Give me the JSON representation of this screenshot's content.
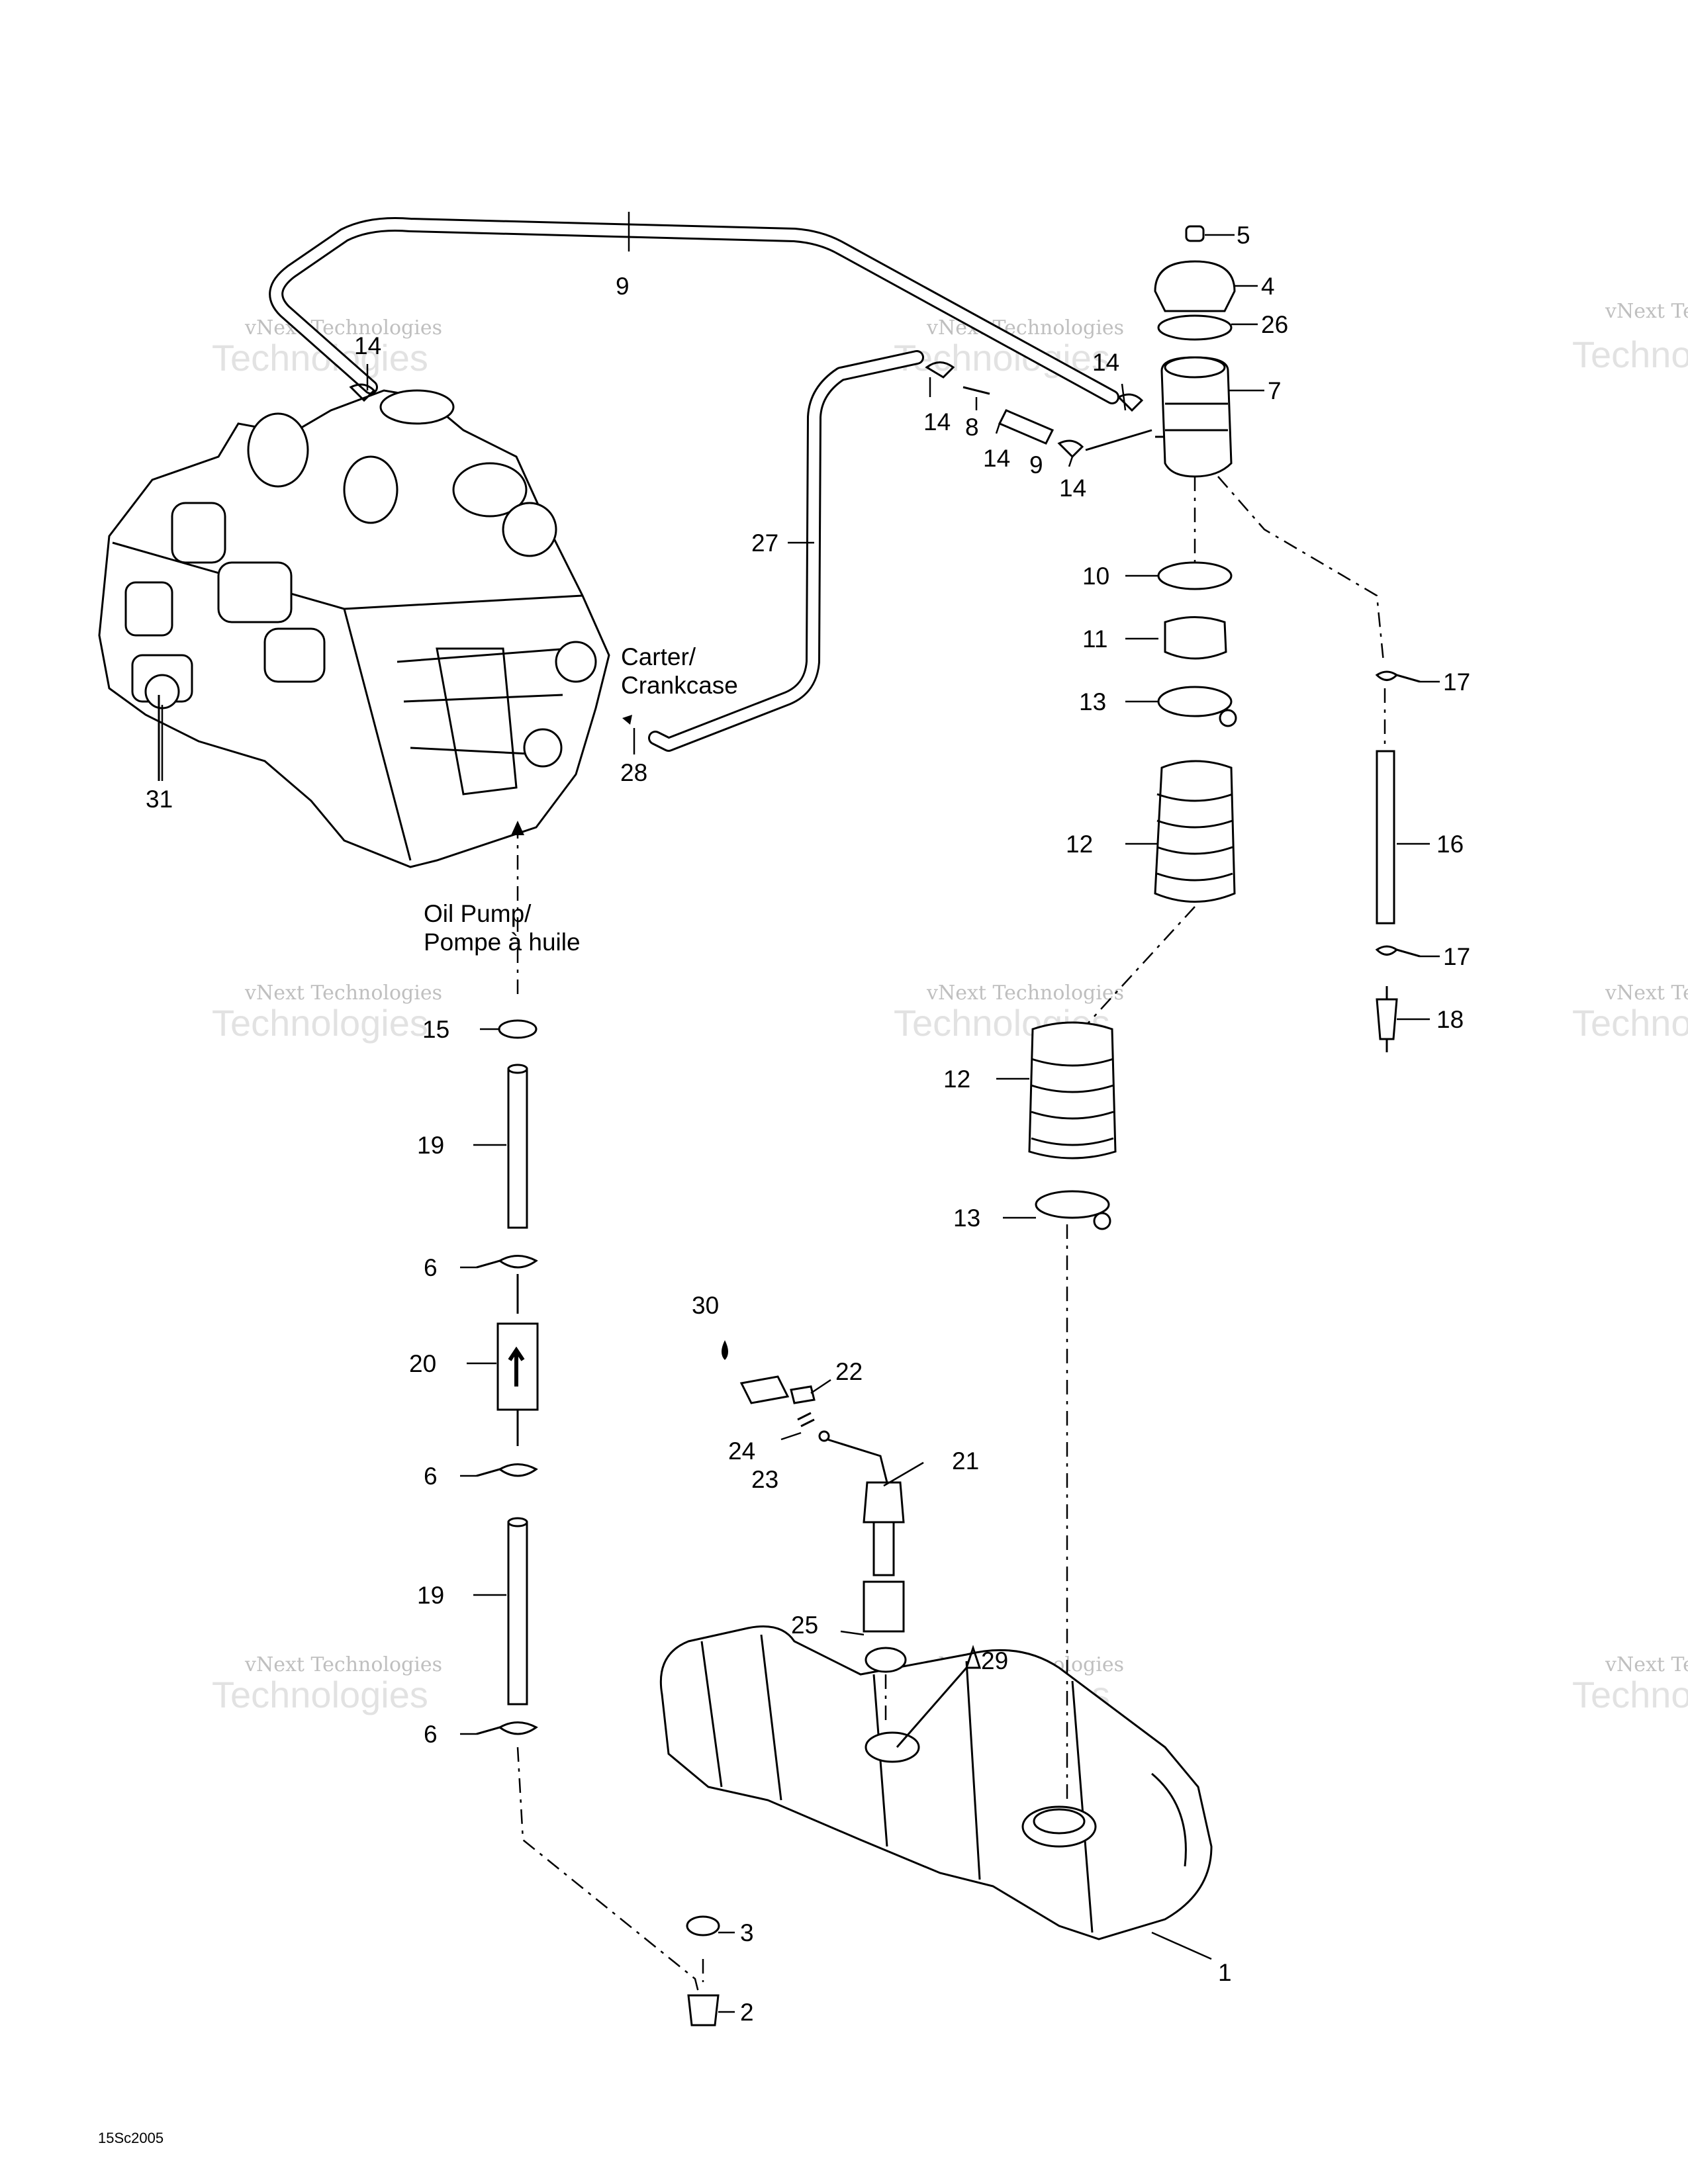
{
  "watermark": {
    "line1": "vNext Technologies",
    "line2": "Technologies"
  },
  "callouts": [
    "1",
    "2",
    "3",
    "4",
    "5",
    "6",
    "6",
    "6",
    "7",
    "8",
    "9",
    "9",
    "10",
    "11",
    "12",
    "12",
    "13",
    "13",
    "14",
    "14",
    "14",
    "14",
    "14",
    "15",
    "16",
    "17",
    "17",
    "18",
    "19",
    "19",
    "20",
    "21",
    "22",
    "23",
    "24",
    "25",
    "26",
    "27",
    "28",
    "29",
    "30",
    "31"
  ],
  "annotations": {
    "crankcase_line1": "Carter/",
    "crankcase_line2": "Crankcase",
    "oil_pump_line1": "Oil Pump/",
    "oil_pump_line2": "Pompe à huile"
  },
  "figure_code": "15Sc2005"
}
